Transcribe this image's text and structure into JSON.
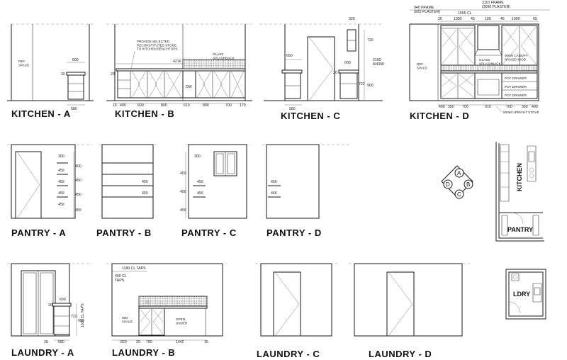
{
  "titles": {
    "kitchen_a": "KITCHEN - A",
    "kitchen_b": "KITCHEN - B",
    "kitchen_c": "KITCHEN - C",
    "kitchen_d": "KITCHEN - D",
    "pantry_a": "PANTRY - A",
    "pantry_b": "PANTRY - B",
    "pantry_c": "PANTRY - C",
    "pantry_d": "PANTRY - D",
    "laundry_a": "LAUNDRY - A",
    "laundry_b": "LAUNDRY - B",
    "laundry_c": "LAUNDRY - C",
    "laundry_d": "LAUNDRY - D"
  },
  "kitchen_a": {
    "ref_space": "REF\nSPACE",
    "d600": "600",
    "d20": "20",
    "d580": "580"
  },
  "kitchen_b": {
    "note_stone": "PROVIDE SELECTED\nRECONSTITUTED STONE\nTO KITCHEN BENCHTOPS",
    "note_glass": "GLASS\nSPLASHBACK",
    "d4216": "4216",
    "d20": "20",
    "dw": "DW",
    "bottom_dims": [
      "16",
      "400",
      "600",
      "800",
      "610",
      "800",
      "700",
      "170"
    ]
  },
  "kitchen_c": {
    "d320": "320",
    "d650": "650",
    "d600": "600",
    "d20": "20",
    "d580": "580",
    "d720": "720",
    "d900": "900",
    "d722": "722",
    "d2100": "2100\n8/4000"
  },
  "kitchen_d": {
    "frame_top": "3110 FRAME\n(3090 PLASTER)",
    "frame_left": "940 FRAME\n(920 PLASTER)",
    "d1555": "1555 CL",
    "d1000a": "1000",
    "d1000b": "1000",
    "d45a": "45",
    "d45b": "45",
    "d20": "20",
    "d100": "100",
    "d65": "65",
    "ref_space": "REF\nSPACE",
    "glass": "GLASS\nSPLASHBACK",
    "canopy": "900W CANOPY\nRANGEHOOD",
    "pot_drawer": "POT DRAWER",
    "stove": "900W UPRIGHT STOVE",
    "bottom_dims": [
      "400",
      "350",
      "700",
      "910",
      "700",
      "350",
      "400"
    ]
  },
  "pantry_a": {
    "shelf_dims": [
      "300",
      "450",
      "450",
      "450",
      "450"
    ],
    "side_dims": [
      "400",
      "450",
      "450",
      "450"
    ]
  },
  "pantry_b": {
    "shelf_dims": [
      "450",
      "450"
    ]
  },
  "pantry_c": {
    "shelf_dims": [
      "300",
      "450",
      "450"
    ],
    "side_dims": [
      "450",
      "450",
      "450"
    ]
  },
  "pantry_d": {
    "shelf_dims": [
      "450",
      "450"
    ]
  },
  "key": {
    "a": "A",
    "b": "B",
    "c": "C",
    "d": "D"
  },
  "plan_kitchen": {
    "label": "KITCHEN",
    "pantry": "PANTRY"
  },
  "plan_laundry": {
    "label": "LDRY"
  },
  "laundry_a": {
    "d600": "600",
    "d20": "20",
    "d580": "580",
    "d900": "900",
    "d722": "722",
    "taps": "1100 CL TAPS"
  },
  "laundry_b": {
    "taps_top": "1180 CL TAPS",
    "taps_side": "400 CL\nTAPS",
    "wm_space": "WM\nSPACE",
    "open_under": "OPEN\nUNDER",
    "bottom_dims": [
      "820",
      "20",
      "700",
      "1442",
      "16"
    ]
  }
}
